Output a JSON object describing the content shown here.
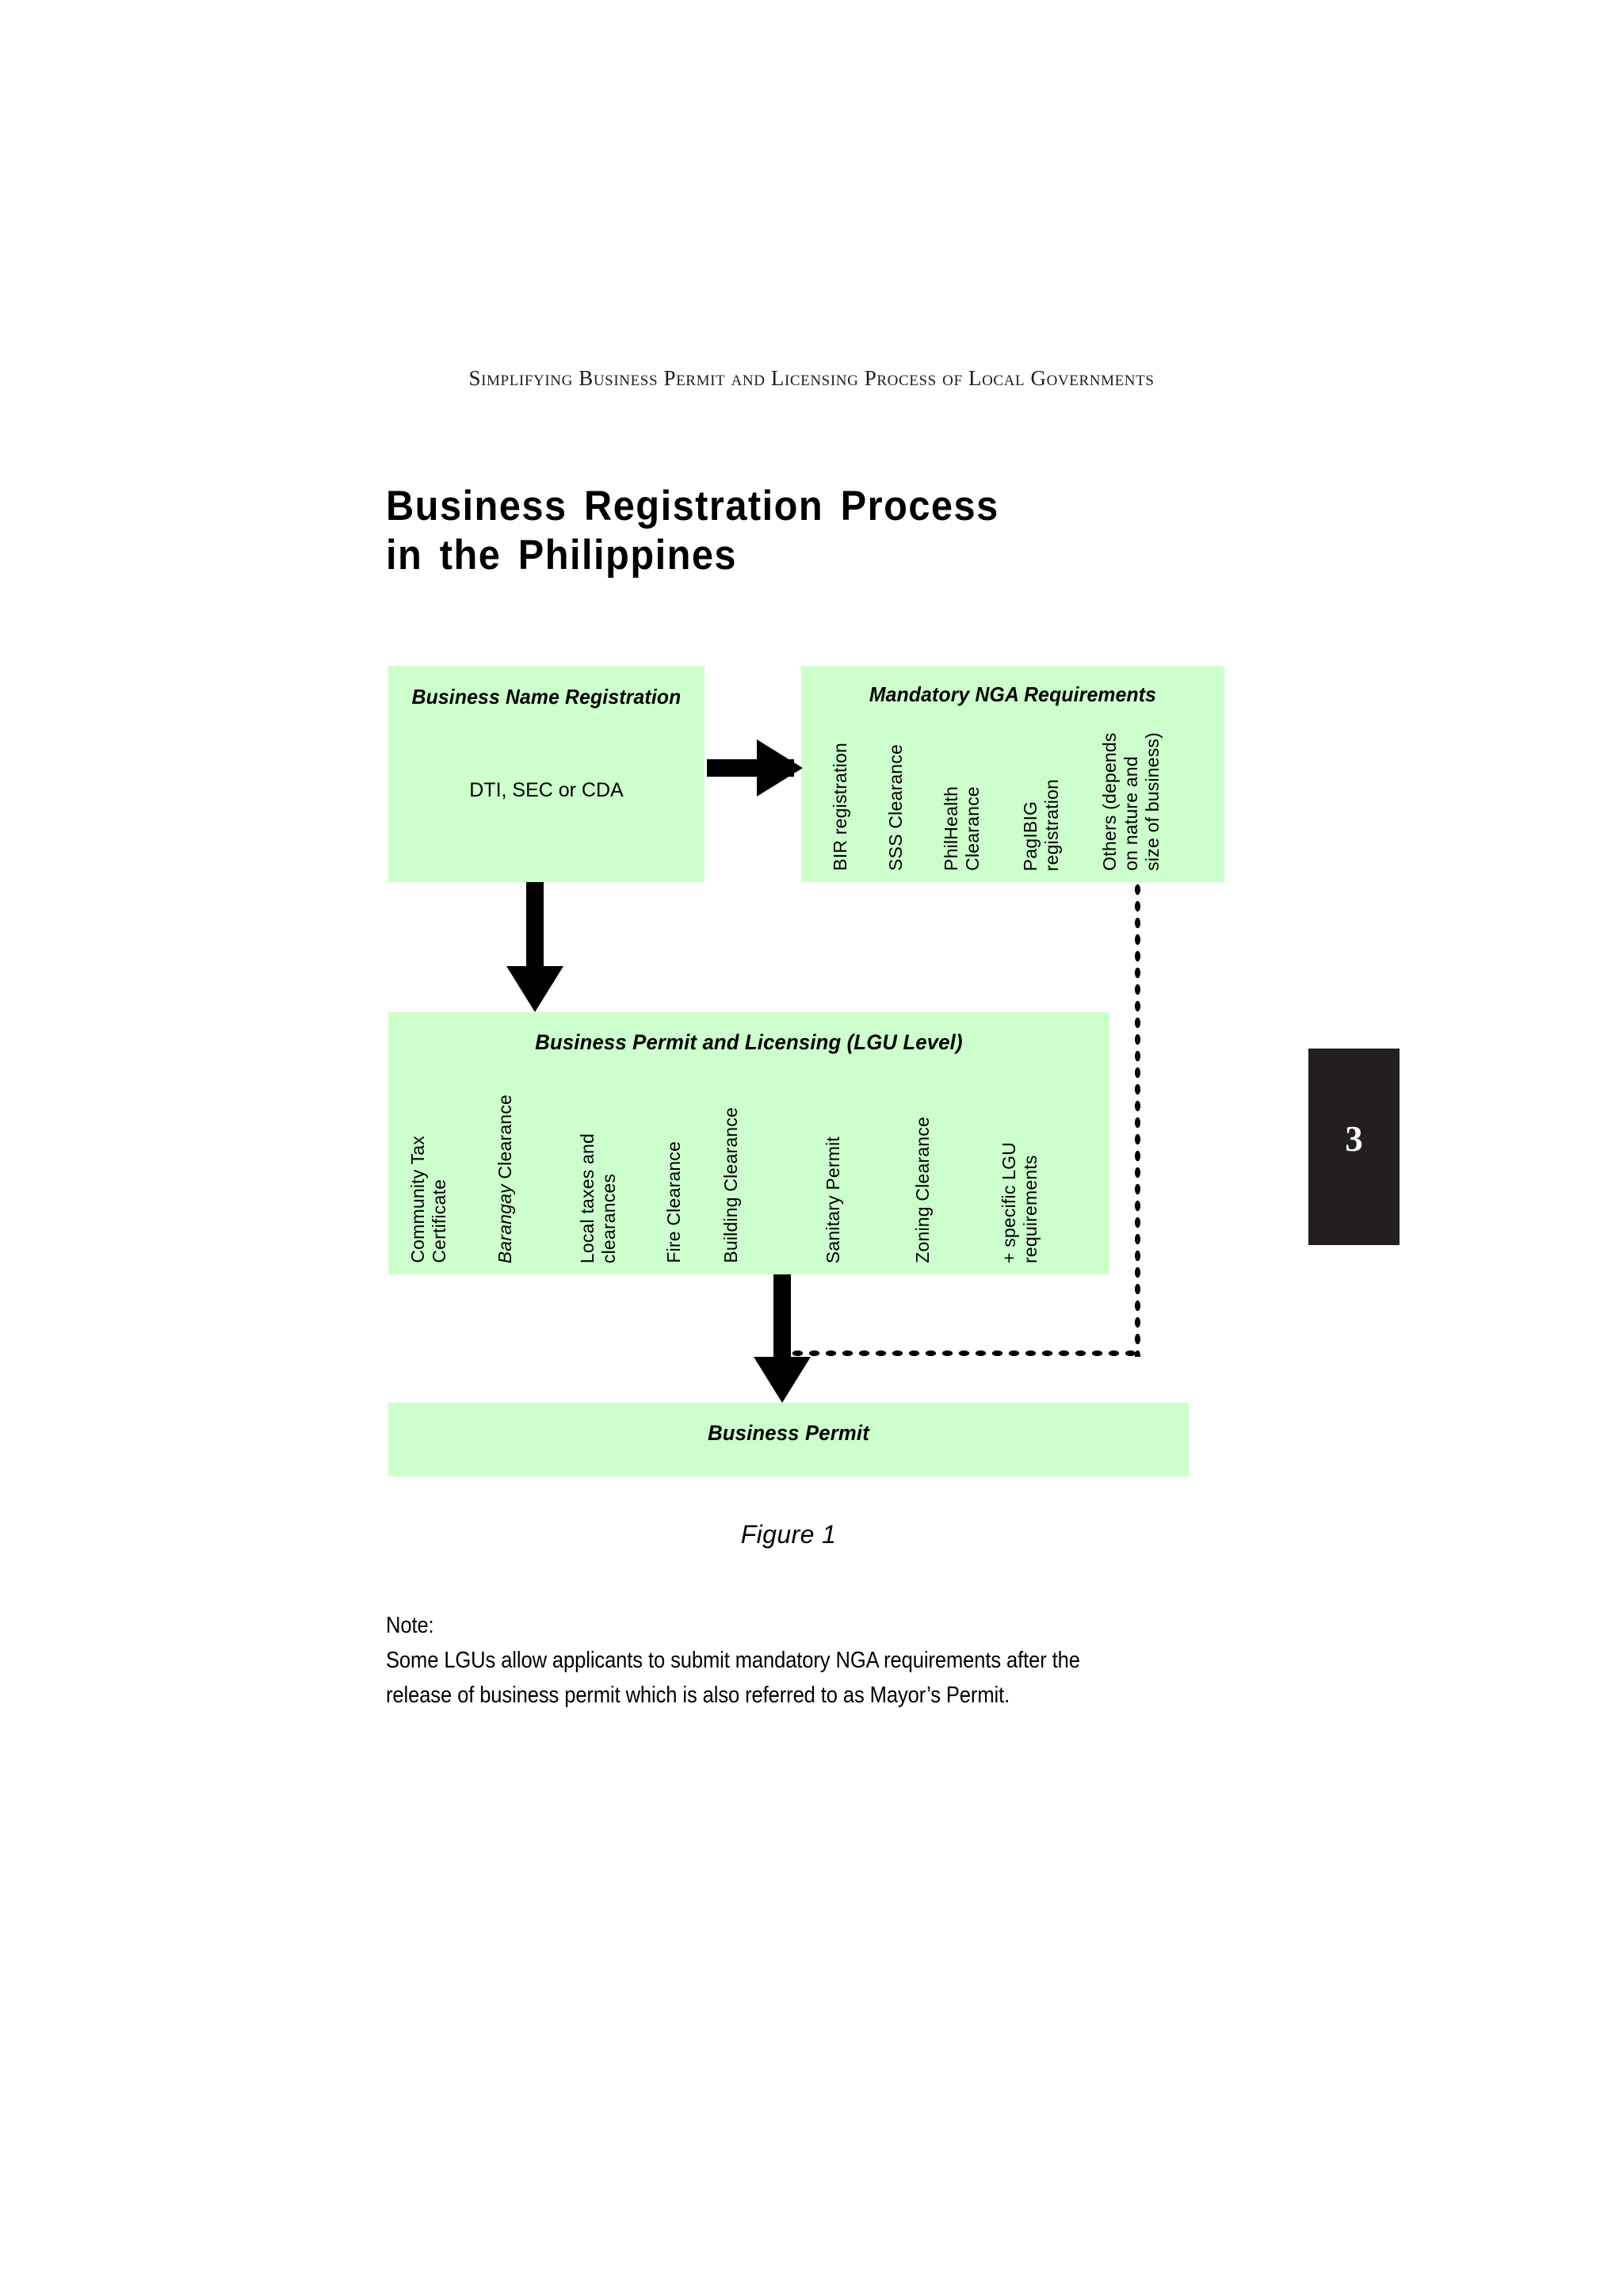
{
  "document": {
    "running_head": "Simplifying Business Permit and Licensing Process of Local Governments",
    "title": "Business Registration Process in the Philippines",
    "page_number": "3"
  },
  "figure": {
    "caption": "Figure 1",
    "box_fill_color": "#CCFFCC",
    "boxes": {
      "name_registration": {
        "title": "Business Name Registration",
        "subtext": "DTI, SEC or CDA"
      },
      "nga": {
        "title": "Mandatory NGA Requirements",
        "items": [
          "BIR registration",
          "SSS Clearance",
          "PhilHealth\nClearance",
          "PagIBIG\nregistration",
          "Others (depends\non nature and\nsize of business)"
        ]
      },
      "lgu": {
        "title": "Business Permit and Licensing (LGU Level)",
        "items": [
          {
            "text": "Community Tax\nCertificate",
            "italic_prefix": ""
          },
          {
            "text": " Clearance",
            "italic_prefix": "Barangay"
          },
          {
            "text": "Local taxes and\nclearances",
            "italic_prefix": ""
          },
          {
            "text": "Fire Clearance",
            "italic_prefix": ""
          },
          {
            "text": "Building Clearance",
            "italic_prefix": ""
          },
          {
            "text": "Sanitary Permit",
            "italic_prefix": ""
          },
          {
            "text": "Zoning Clearance",
            "italic_prefix": ""
          },
          {
            "text": "+ specific LGU\nrequirements",
            "italic_prefix": ""
          }
        ]
      },
      "permit": {
        "title": "Business Permit"
      }
    }
  },
  "note": {
    "label": "Note:",
    "body": "Some LGUs allow applicants to submit mandatory NGA requirements after the release of business permit which is also referred to as Mayor’s Permit."
  }
}
